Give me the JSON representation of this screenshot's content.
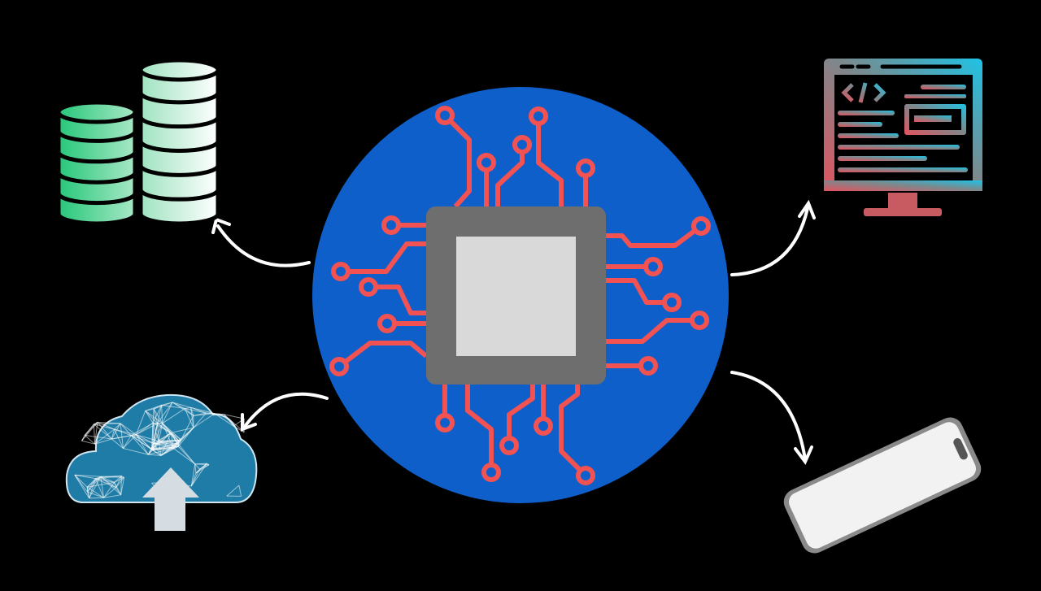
{
  "diagram": {
    "background_color": "#000000",
    "hub": {
      "icon": "cpu-chip-icon",
      "circle_color": "#0F5FCB",
      "chip_color": "#6E6E6E",
      "die_color": "#D9D9D9",
      "trace_color": "#F25252"
    },
    "nodes": [
      {
        "icon": "database-coins-icon",
        "position": "top-left",
        "colors": [
          "#27C77A",
          "#FFFFFF"
        ]
      },
      {
        "icon": "code-monitor-icon",
        "position": "top-right",
        "colors": [
          "#E2535E",
          "#1FC3E6"
        ]
      },
      {
        "icon": "cloud-upload-icon",
        "position": "bottom-left",
        "colors": [
          "#1F7CA6",
          "#FFFFFF"
        ]
      },
      {
        "icon": "smartphone-icon",
        "position": "bottom-right",
        "colors": [
          "#8A8A8A",
          "#F2F2F2"
        ]
      }
    ],
    "arrow_color": "#FFFFFF"
  }
}
